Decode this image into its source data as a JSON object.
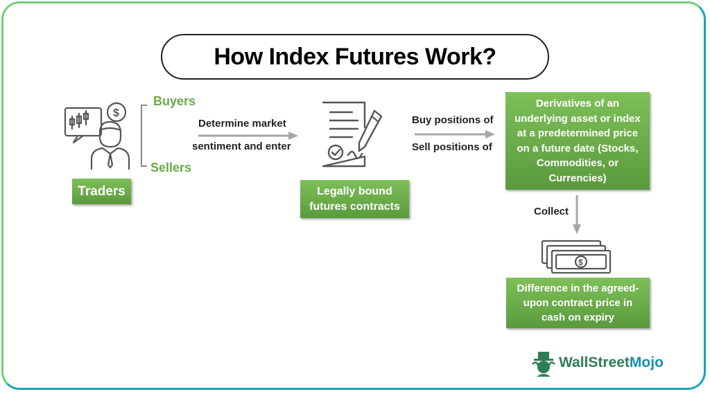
{
  "title": "How Index Futures Work?",
  "traders": {
    "label": "Traders",
    "buyers": "Buyers",
    "sellers": "Sellers"
  },
  "arrow1": {
    "line1": "Determine market",
    "line2": "sentiment and enter"
  },
  "contracts": {
    "line1": "Legally bound",
    "line2": "futures contracts"
  },
  "arrow2": {
    "line1": "Buy positions of",
    "line2": "Sell positions of"
  },
  "derivatives": {
    "lines": [
      "Derivatives of an",
      "underlying asset or index",
      "at a predetermined price",
      "on a future date (Stocks,",
      "Commodities, or",
      "Currencies)"
    ]
  },
  "collect": "Collect",
  "difference": {
    "lines": [
      "Difference in the agreed-",
      "upon contract price in",
      "cash on expiry"
    ]
  },
  "brand": {
    "name_part1": "Wall",
    "name_part2": "Street",
    "name_part3": "Mojo"
  },
  "colors": {
    "green": "#6aaa45",
    "box": "#6aaa45",
    "arrow": "#a6a6a6",
    "frame_green": "#6fcf76",
    "frame_teal": "#1aa3b8"
  }
}
